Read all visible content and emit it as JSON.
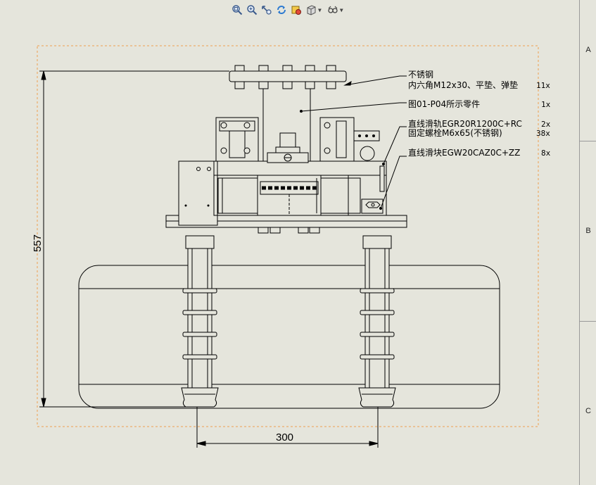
{
  "toolbar": {
    "buttons": [
      {
        "icon": "zoom-to-fit-icon",
        "dropdown": false
      },
      {
        "icon": "zoom-to-area-icon",
        "dropdown": false
      },
      {
        "icon": "previous-view-icon",
        "dropdown": false
      },
      {
        "icon": "rebuild-icon",
        "dropdown": false
      },
      {
        "icon": "hide-show-items-icon",
        "dropdown": false
      },
      {
        "icon": "display-style-icon",
        "dropdown": true
      },
      {
        "icon": "view-settings-icon",
        "dropdown": true
      }
    ]
  },
  "zones": [
    "A",
    "B",
    "C"
  ],
  "annotations": [
    {
      "text": "不锈钢",
      "qty": ""
    },
    {
      "text": "内六角M12x30、平垫、弹垫",
      "qty": "11x"
    },
    {
      "text": "图01-P04所示零件",
      "qty": "1x"
    },
    {
      "text": "直线滑轨EGR20R1200C+RC",
      "qty": "2x"
    },
    {
      "text": "固定螺栓M6x65(不锈钢)",
      "qty": "38x"
    },
    {
      "text": "直线滑块EGW20CAZ0C+ZZ",
      "qty": "8x"
    }
  ],
  "dimensions": {
    "height": "557",
    "width": "300"
  },
  "colors": {
    "background": "#e5e5dc",
    "line": "#000000",
    "frame": "#f0a050"
  }
}
